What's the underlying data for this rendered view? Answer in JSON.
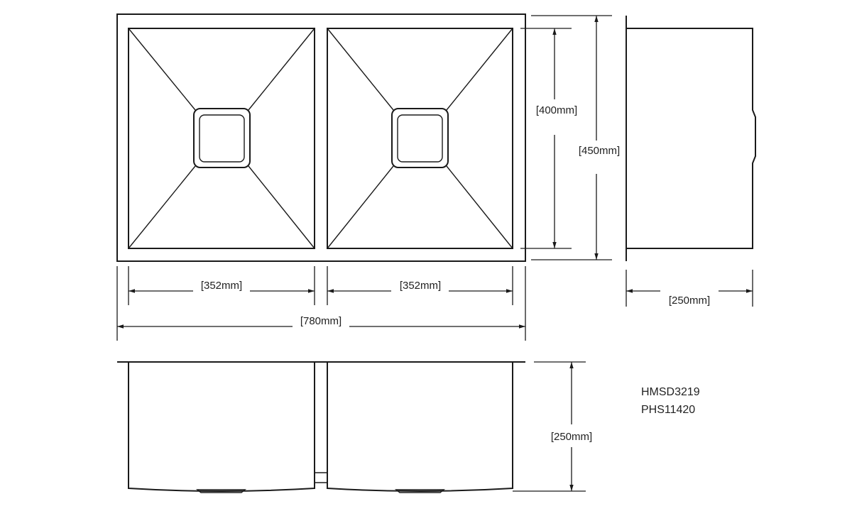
{
  "dimensions": {
    "bowl_inner_depth_top": "[400mm]",
    "overall_depth": "[450mm]",
    "left_bowl_width": "[352mm]",
    "right_bowl_width": "[352mm]",
    "overall_width": "[780mm]",
    "side_height": "[250mm]",
    "front_height": "[250mm]"
  },
  "model_codes": [
    "HMSD3219",
    "PHS11420"
  ]
}
